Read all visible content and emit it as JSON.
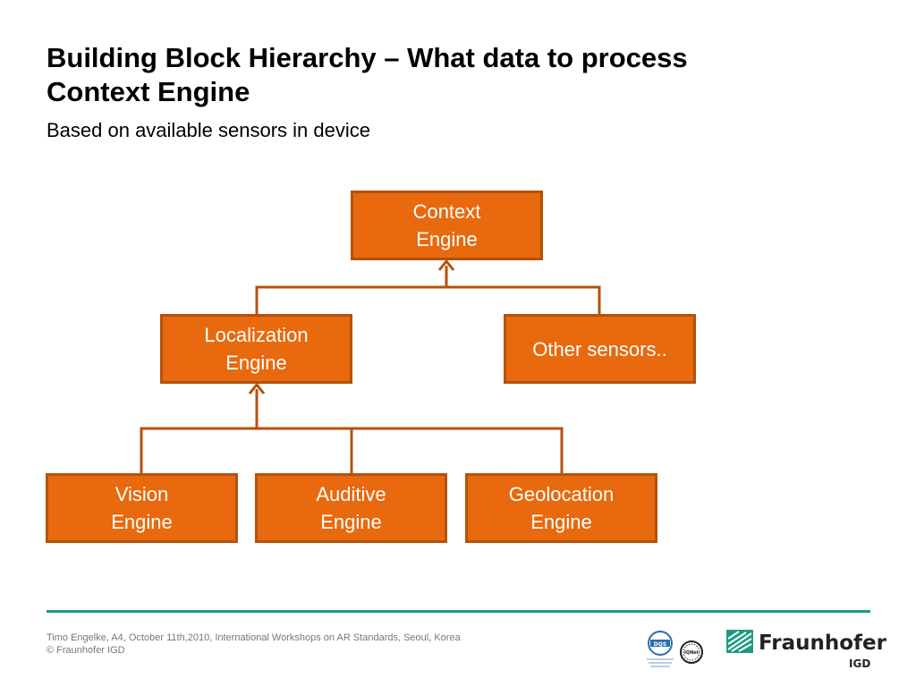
{
  "slide": {
    "title_line1": "Building Block Hierarchy – What data to process",
    "title_line2": "Context Engine",
    "subtitle": "Based on available sensors in device"
  },
  "diagram": {
    "context_engine": [
      "Context",
      "Engine"
    ],
    "localization_engine": [
      "Localization",
      "Engine"
    ],
    "other_sensors": "Other sensors..",
    "vision_engine": [
      "Vision",
      "Engine"
    ],
    "auditive_engine": [
      "Auditive",
      "Engine"
    ],
    "geolocation_engine": [
      "Geolocation",
      "Engine"
    ]
  },
  "footer": {
    "line1": "Timo Engelke, A4, October 11th,2010, International Workshops on AR Standards, Seoul, Korea",
    "line2": "© Fraunhofer IGD"
  },
  "branding": {
    "name": "Fraunhofer",
    "unit": "IGD",
    "cert_badge": "IQNet",
    "accent_color": "#e8690e",
    "border_color": "#b4520c",
    "connector_color": "#b4520c",
    "brand_green": "#1f9a82"
  }
}
